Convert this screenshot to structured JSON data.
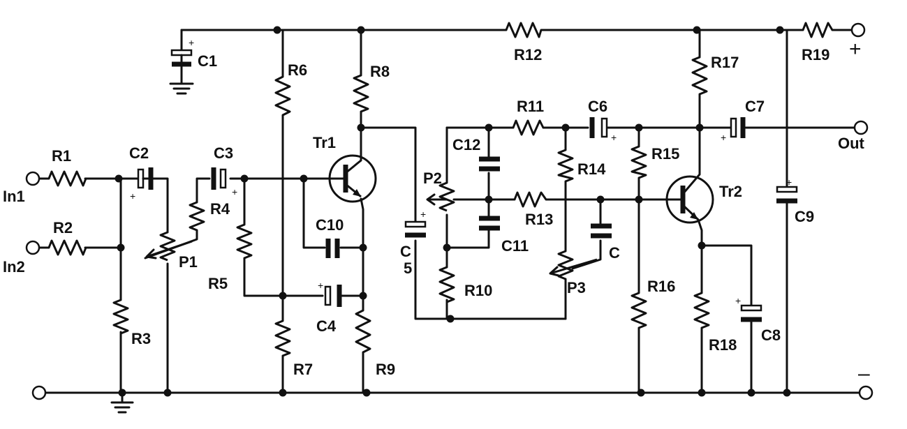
{
  "labels": {
    "c1": "C1",
    "c2": "C2",
    "c3": "C3",
    "c4": "C4",
    "c5": "C\n5",
    "c6": "C6",
    "c7": "C7",
    "c8": "C8",
    "c9": "C9",
    "c10": "C10",
    "c11": "C11",
    "c12": "C12",
    "c": "C",
    "r1": "R1",
    "r2": "R2",
    "r3": "R3",
    "r4": "R4",
    "r5": "R5",
    "r6": "R6",
    "r7": "R7",
    "r8": "R8",
    "r9": "R9",
    "r10": "R10",
    "r11": "R11",
    "r12": "R12",
    "r13": "R13",
    "r14": "R14",
    "r15": "R15",
    "r16": "R16",
    "r17": "R17",
    "r18": "R18",
    "r19": "R19",
    "p1": "P1",
    "p2": "P2",
    "p3": "P3",
    "tr1": "Tr1",
    "tr2": "Tr2",
    "in1": "In1",
    "in2": "In2",
    "out": "Out",
    "plus": "+",
    "minus": "–"
  },
  "polarity_mark": "+"
}
